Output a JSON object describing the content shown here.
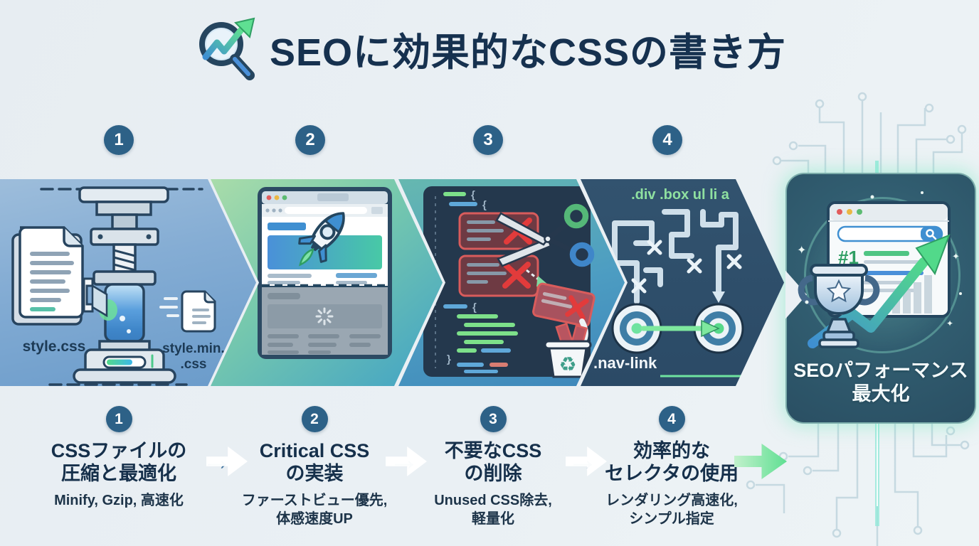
{
  "title": {
    "text": "SEOに効果的なCSSの書き方",
    "icon": "magnifier-growth-icon"
  },
  "glyphs": {
    "arrow_right": "→",
    "recycle": "♻",
    "sparkle": "✦"
  },
  "colors": {
    "title_navy": "#16314f",
    "step_circle_blue": "#2d6187",
    "panel1_blue": "#85add4",
    "panel2_green": "#8cd3a8",
    "panel3_teal": "#4d9dc2",
    "panel4_navy": "#2d4d6b",
    "final_card_teal": "#315d70",
    "accent_green": "#5fdf92",
    "accent_blue": "#3f8fd1",
    "bottom_arrow_blue": "#3c6f9c",
    "error_red": "#d95c5c"
  },
  "flow": {
    "step_numbers": [
      "1",
      "2",
      "3",
      "4"
    ],
    "panel1": {
      "input_file": "style.css",
      "output_file_line1": "style.min.",
      "output_file_line2": ".css"
    },
    "panel3": {
      "open_brace": "{",
      "close_brace": "}"
    },
    "panel4": {
      "inefficient_selector": ".div .box ul li a",
      "efficient_selector": ".nav-link"
    },
    "final": {
      "rank_badge": "#1",
      "label_line1": "SEOパフォーマンス",
      "label_line2": "最大化"
    }
  },
  "steps": [
    {
      "num": "1",
      "title_line1": "CSSファイルの",
      "title_line2": "圧縮と最適化",
      "desc_line1": "Minify, Gzip, 高速化",
      "desc_line2": ""
    },
    {
      "num": "2",
      "title_line1": "Critical CSS",
      "title_line2": "の実装",
      "desc_line1": "ファーストビュー優先,",
      "desc_line2": "体感速度UP"
    },
    {
      "num": "3",
      "title_line1": "不要なCSS",
      "title_line2": "の削除",
      "desc_line1": "Unused CSS除去,",
      "desc_line2": "軽量化"
    },
    {
      "num": "4",
      "title_line1": "効率的な",
      "title_line2": "セレクタの使用",
      "desc_line1": "レンダリング高速化,",
      "desc_line2": "シンプル指定"
    }
  ]
}
